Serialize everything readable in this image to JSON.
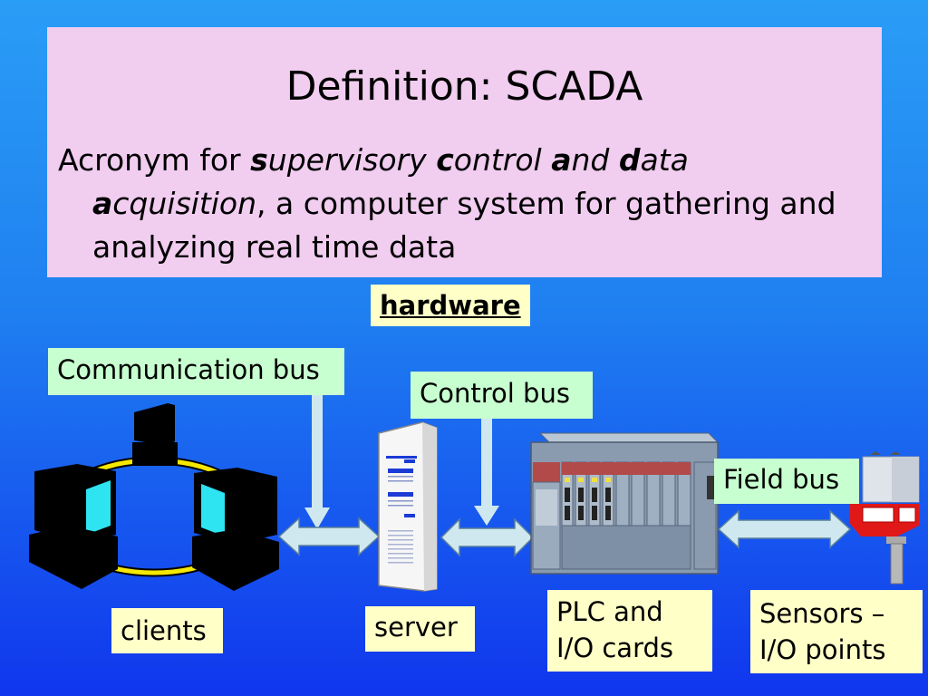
{
  "definition": {
    "title": "Definition: SCADA",
    "t1": "Acronym for ",
    "s_bold": "s",
    "s_rest": "upervisory ",
    "c_bold": "c",
    "c_rest": "ontrol ",
    "a1_bold": "a",
    "a1_rest": "nd ",
    "d_bold": "d",
    "d_rest": "ata",
    "a2_bold": "a",
    "a2_rest": "cquisition",
    "t2": ", a computer system for gathering and analyzing real time data"
  },
  "labels": {
    "hardware": "hardware",
    "communication_bus": "Communication  bus",
    "control_bus": "Control bus",
    "field_bus": "Field bus",
    "clients": "clients",
    "server": "server",
    "plc_line1": "PLC and",
    "plc_line2": "I/O cards",
    "sensors_line1": "Sensors –",
    "sensors_line2": "I/O points"
  },
  "colors": {
    "background_top": "#2a9df6",
    "background_bottom": "#1036ee",
    "definition_box": "#f1cdf0",
    "label_yellow": "#ffffc8",
    "label_green": "#c8ffd0",
    "arrow_fill": "#cfe8ef",
    "ring": "#f5e800"
  },
  "icons": [
    "computer-icon",
    "server-icon",
    "plc-rack-icon",
    "sensor-icon"
  ]
}
